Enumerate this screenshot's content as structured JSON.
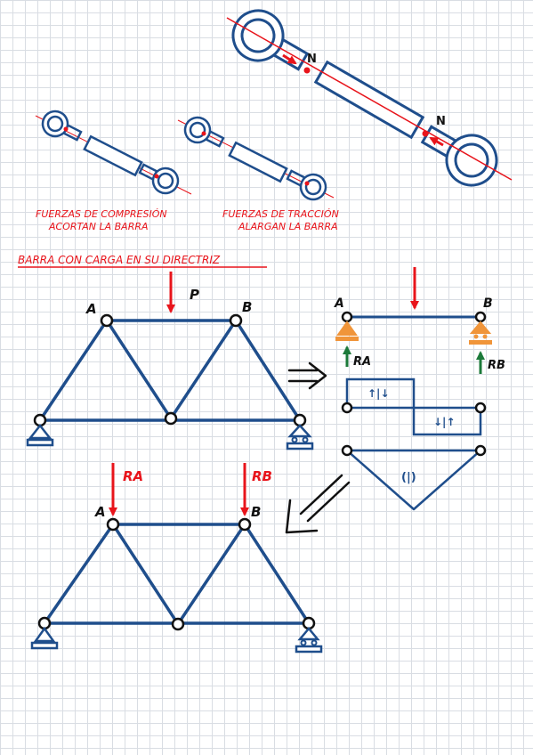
{
  "labels": {
    "n_top": "N",
    "n_bottom": "N",
    "compression_line1": "FUERZAS DE COMPRESIÓN",
    "compression_line2": "ACORTAN LA BARRA",
    "traction_line1": "FUERZAS DE TRACCIÓN",
    "traction_line2": "ALARGAN LA BARRA",
    "heading": "BARRA CON CARGA EN SU DIRECTRIZ",
    "node_a": "A",
    "node_b": "B",
    "load_p": "P",
    "beam_a": "A",
    "beam_b": "B",
    "reaction_ra": "RA",
    "reaction_rb": "RB",
    "shear_left": "↑|↓",
    "shear_right": "↓|↑",
    "moment": "(|)",
    "bottom_ra": "RA",
    "bottom_rb": "RB",
    "bottom_a": "A",
    "bottom_b": "B"
  },
  "colors": {
    "structure": "#1f4e8c",
    "force": "#e8141b",
    "reaction": "#1c7a3a",
    "support_orange": "#f0953a",
    "text": "#111111"
  },
  "icons": {
    "implies_arrow": "double-arrow-right-icon",
    "result_arrow": "double-arrow-down-left-icon"
  }
}
